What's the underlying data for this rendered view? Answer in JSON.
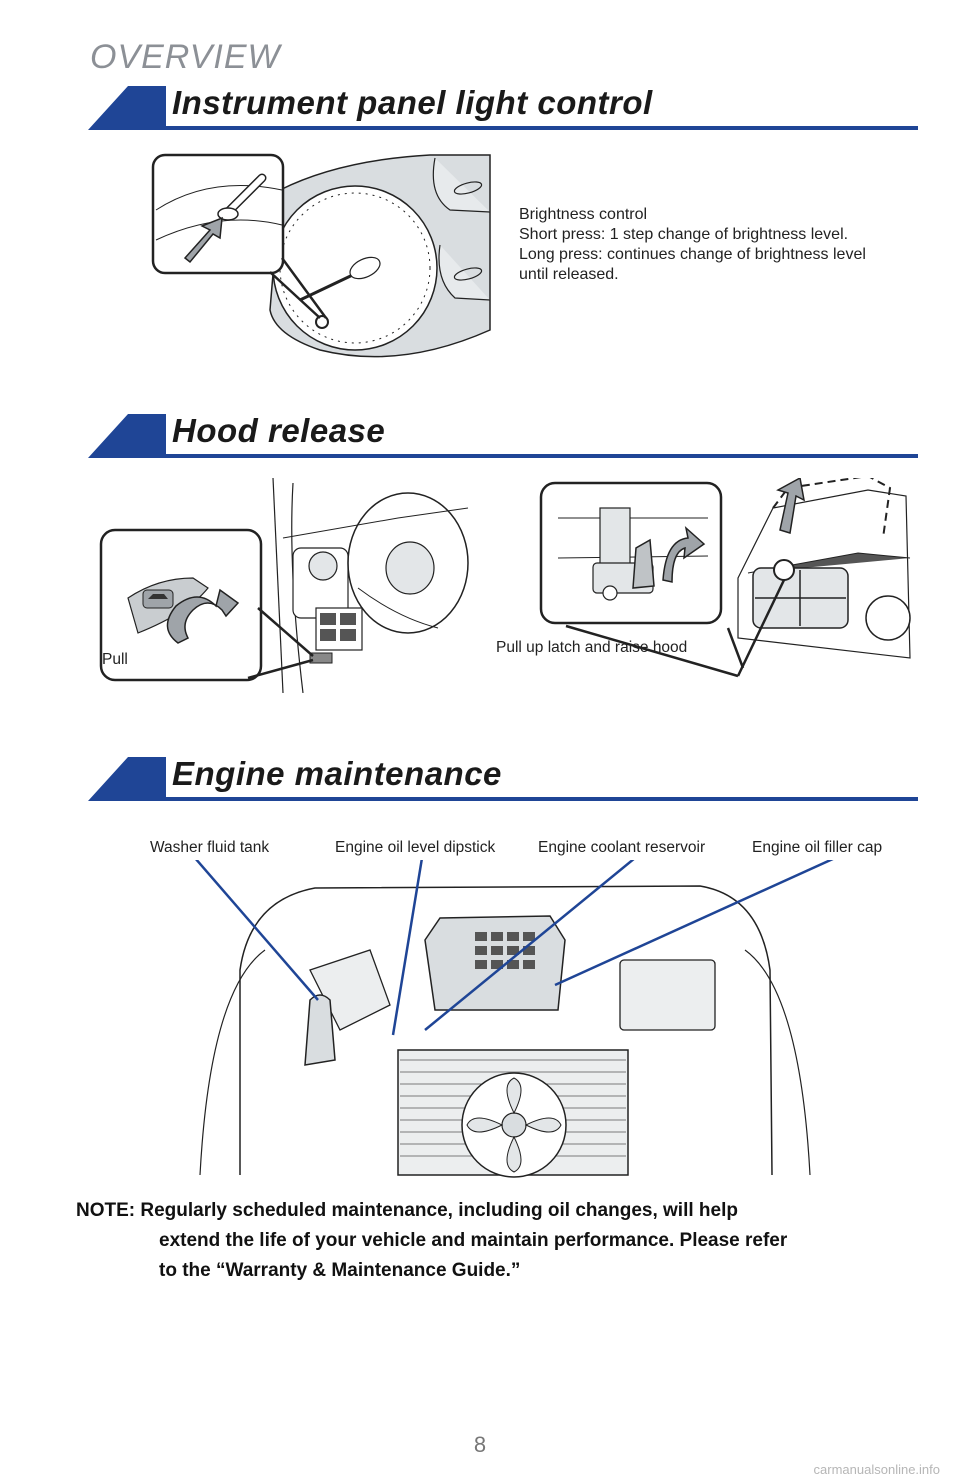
{
  "header": {
    "section": "OVERVIEW"
  },
  "colors": {
    "accent_blue": "#1f4596",
    "illustration_gray": "#d9dde0",
    "line_dark": "#222222"
  },
  "sections": {
    "instrument": {
      "title": "Instrument panel light control",
      "caption": "Brightness control\nShort press: 1 step change of brightness level.\nLong press: continues change of brightness level\nuntil released."
    },
    "hood": {
      "title": "Hood release",
      "pull_label": "Pull",
      "latch_label": "Pull up latch and\nraise hood"
    },
    "engine": {
      "title": "Engine maintenance",
      "callouts": [
        "Washer fluid tank",
        "Engine oil level dipstick",
        "Engine coolant reservoir",
        "Engine oil filler cap"
      ]
    }
  },
  "note": {
    "line1": "NOTE: Regularly scheduled maintenance, including oil changes, will help",
    "line2": "extend the life of your vehicle and maintain performance. Please refer",
    "line3": "to the “Warranty & Maintenance Guide.”"
  },
  "footer": {
    "page_number": "8",
    "watermark": "carmanualsonline.info"
  }
}
